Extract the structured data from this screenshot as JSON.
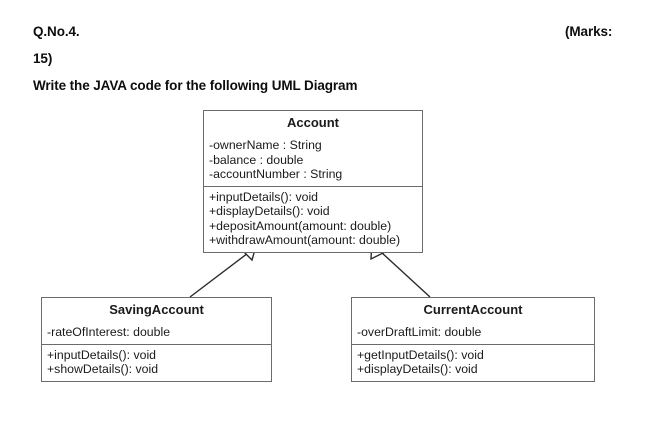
{
  "question": {
    "number_label": "Q.No.4.",
    "marks_label": "(Marks:",
    "marks_value": "15)",
    "instruction": "Write the JAVA code for the following UML Diagram"
  },
  "diagram": {
    "type": "uml-class-diagram",
    "line_color": "#6b6b6b",
    "text_color": "#1a1a1a",
    "background": "#ffffff",
    "classes": [
      {
        "id": "account",
        "name": "Account",
        "attributes": [
          "-ownerName : String",
          "-balance : double",
          "-accountNumber : String"
        ],
        "methods": [
          "+inputDetails(): void",
          "+displayDetails(): void",
          "+depositAmount(amount: double)",
          "+withdrawAmount(amount: double)"
        ]
      },
      {
        "id": "savingaccount",
        "name": "SavingAccount",
        "attributes": [
          "-rateOfInterest: double"
        ],
        "methods": [
          "+inputDetails(): void",
          "+showDetails(): void"
        ]
      },
      {
        "id": "currentaccount",
        "name": "CurrentAccount",
        "attributes": [
          "-overDraftLimit: double"
        ],
        "methods": [
          "+getInputDetails(): void",
          "+displayDetails(): void"
        ]
      }
    ],
    "relationships": [
      {
        "kind": "generalization",
        "from": "savingaccount",
        "to": "account",
        "arrow": "hollow-triangle"
      },
      {
        "kind": "generalization",
        "from": "currentaccount",
        "to": "account",
        "arrow": "hollow-triangle"
      }
    ]
  }
}
